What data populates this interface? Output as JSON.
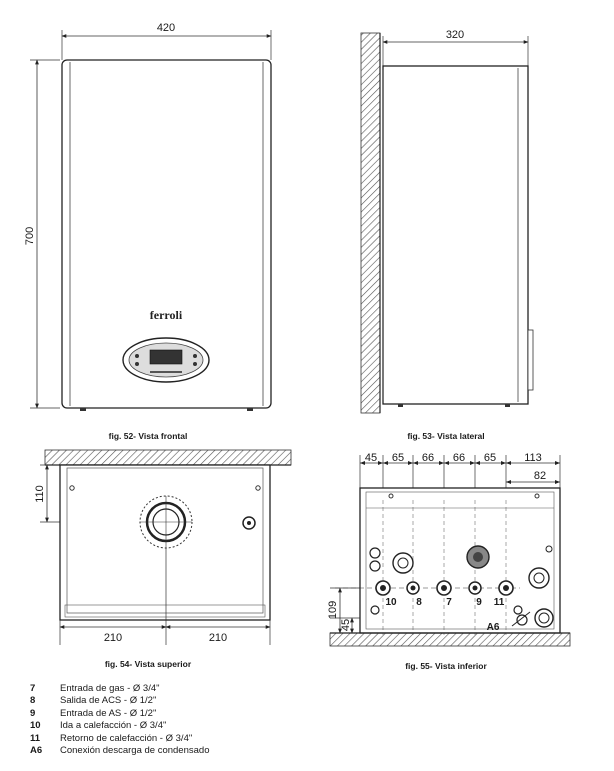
{
  "figures": {
    "front": {
      "caption": "fig. 52- Vista frontal",
      "width_label": "420",
      "height_label": "700",
      "brand": "ferroli"
    },
    "side": {
      "caption": "fig. 53- Vista lateral",
      "depth_label": "320"
    },
    "top": {
      "caption": "fig. 54- Vista superior",
      "offset_label": "110",
      "left_label": "210",
      "right_label": "210"
    },
    "bottom": {
      "caption": "fig. 55- Vista inferior",
      "spacing": [
        "45",
        "65",
        "66",
        "66",
        "65",
        "113"
      ],
      "right_offset": "82",
      "height_a": "109",
      "height_b": "45",
      "connectors": [
        "10",
        "8",
        "7",
        "9",
        "11"
      ],
      "drain": "A6"
    }
  },
  "legend": [
    {
      "code": "7",
      "text": "Entrada de gas - Ø 3/4\""
    },
    {
      "code": "8",
      "text": "Salida de ACS - Ø 1/2\""
    },
    {
      "code": "9",
      "text": "Entrada de AS - Ø 1/2\""
    },
    {
      "code": "10",
      "text": "Ida a calefacción - Ø 3/4\""
    },
    {
      "code": "11",
      "text": "Retorno de calefacción - Ø 3/4\""
    },
    {
      "code": "A6",
      "text": "Conexión descarga de condensado"
    }
  ]
}
